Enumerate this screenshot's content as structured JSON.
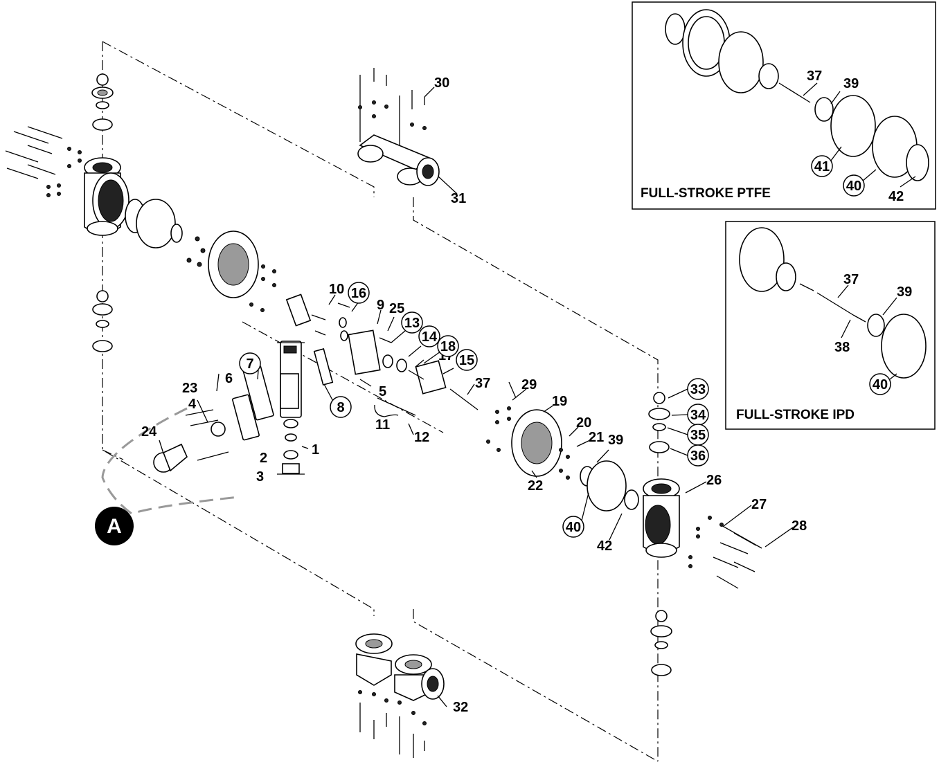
{
  "insets": [
    {
      "title": "FULL-STROKE PTFE",
      "labels": {
        "l37": "37",
        "l39": "39",
        "l41": "41",
        "l40": "40",
        "l42": "42"
      }
    },
    {
      "title": "FULL-STROKE IPD",
      "labels": {
        "l37": "37",
        "l39": "39",
        "l38": "38",
        "l40": "40"
      }
    }
  ],
  "callout_letter": "A",
  "plain_labels": {
    "n1": "1",
    "n2": "2",
    "n3": "3",
    "n4": "4",
    "n5": "5",
    "n6": "6",
    "n9": "9",
    "n10": "10",
    "n11": "11",
    "n12": "12",
    "n17": "17",
    "n19": "19",
    "n20": "20",
    "n21": "21",
    "n22": "22",
    "n23": "23",
    "n24": "24",
    "n25": "25",
    "n26": "26",
    "n27": "27",
    "n28": "28",
    "n29": "29",
    "n30": "30",
    "n31": "31",
    "n32": "32",
    "n37": "37",
    "n39": "39",
    "n42": "42"
  },
  "circled_labels": {
    "c7": "7",
    "c8": "8",
    "c13": "13",
    "c14": "14",
    "c15": "15",
    "c16": "16",
    "c18": "18",
    "c33": "33",
    "c34": "34",
    "c35": "35",
    "c36": "36",
    "c40": "40"
  }
}
